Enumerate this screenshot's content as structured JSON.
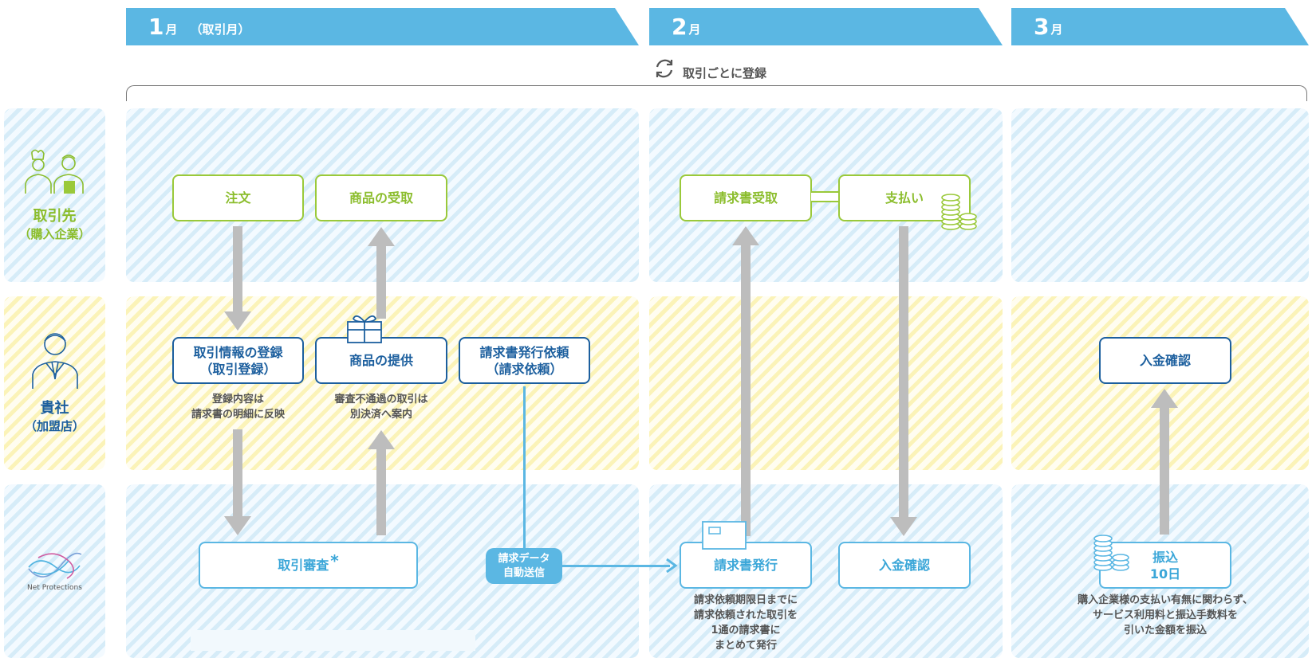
{
  "months": [
    {
      "num": "1",
      "suffix": "月",
      "sub": "（取引月）"
    },
    {
      "num": "2",
      "suffix": "月",
      "sub": ""
    },
    {
      "num": "3",
      "suffix": "月",
      "sub": ""
    }
  ],
  "cycle_label": "取引ごとに登録",
  "lanes": {
    "client": {
      "title": "取引先",
      "subtitle": "（購入企業）"
    },
    "merchant": {
      "title": "貴社",
      "subtitle": "（加盟店）"
    },
    "np": {
      "logo_text": "Net Protections"
    }
  },
  "boxes": {
    "order": "注文",
    "receive_goods": "商品の受取",
    "receive_invoice": "請求書受取",
    "payment": "支払い",
    "register_line1": "取引情報の登録",
    "register_line2": "（取引登録）",
    "provide_goods": "商品の提供",
    "invoice_request_line1": "請求書発行依頼",
    "invoice_request_line2": "（請求依頼）",
    "merchant_confirm": "入金確認",
    "screening": "取引審査",
    "screening_mark": "*",
    "issue_invoice": "請求書発行",
    "np_confirm": "入金確認",
    "transfer_line1": "振込",
    "transfer_line2": "10日"
  },
  "notes": {
    "register_line1": "登録内容は",
    "register_line2": "請求書の明細に反映",
    "provide_line1": "審査不通過の取引は",
    "provide_line2": "別決済へ案内",
    "issue_line1": "請求依頼期限日までに",
    "issue_line2": "請求依頼された取引を",
    "issue_line3": "1通の請求書に",
    "issue_line4": "まとめて発行",
    "transfer_line1": "購入企業様の支払い有無に関わらず、",
    "transfer_line2": "サービス利用料と振込手数料を",
    "transfer_line3": "引いた金額を振込"
  },
  "auto_send": {
    "line1": "請求データ",
    "line2": "自動送信"
  },
  "colors": {
    "sky": "#5bb7e3",
    "green": "#9ac93a",
    "navy": "#1c5f9e",
    "arrow": "#bdbdbd"
  }
}
